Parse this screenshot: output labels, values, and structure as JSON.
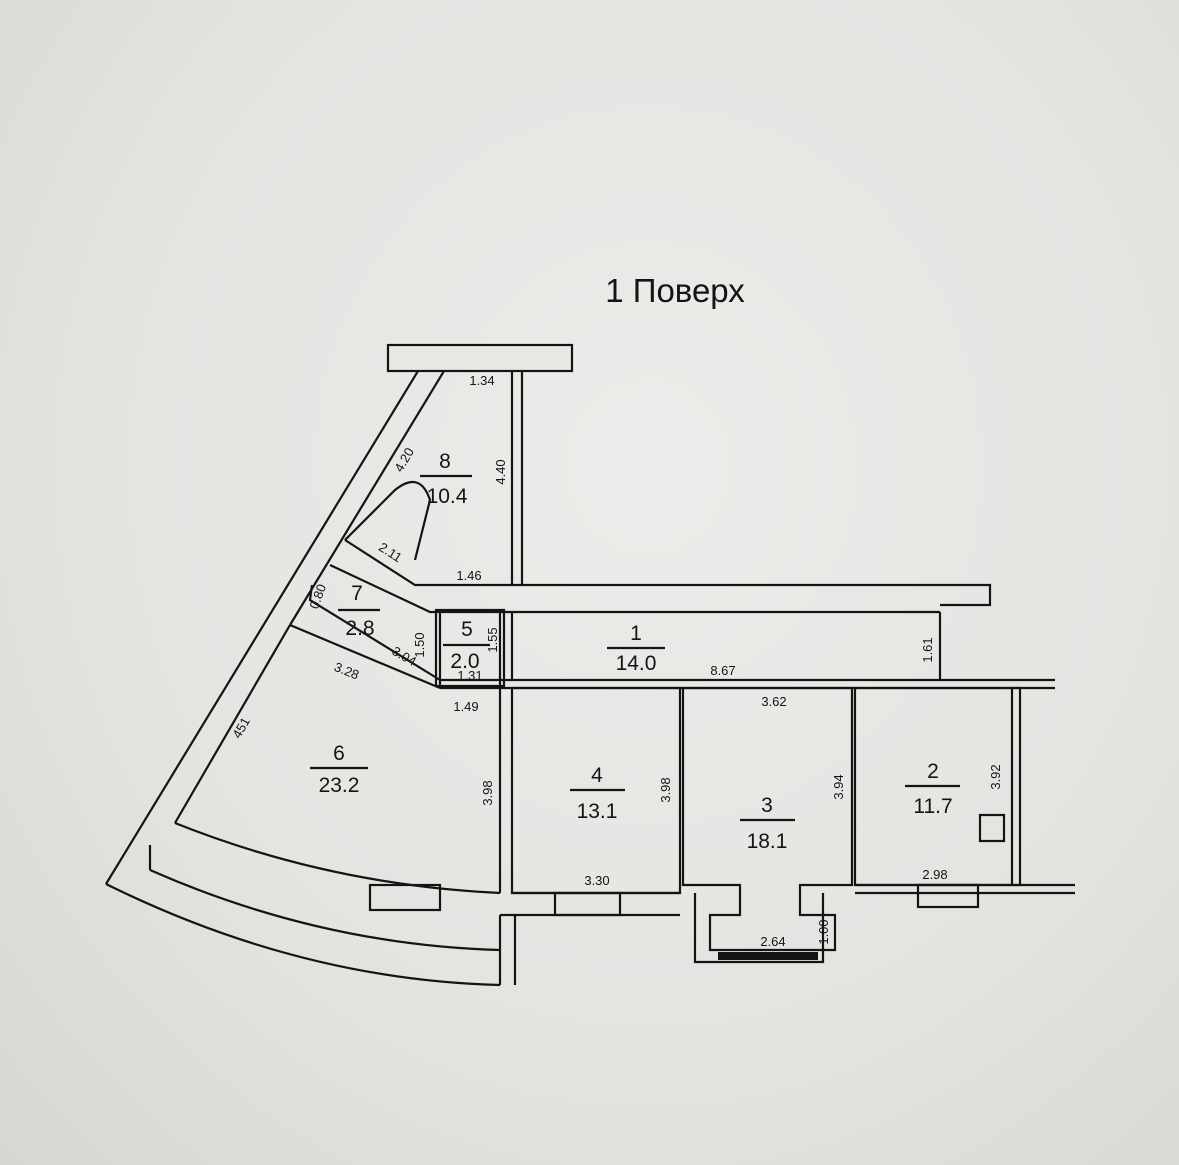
{
  "title": "1 Поверх",
  "rooms": [
    {
      "number": "1",
      "area": "14.0"
    },
    {
      "number": "2",
      "area": "11.7"
    },
    {
      "number": "3",
      "area": "18.1"
    },
    {
      "number": "4",
      "area": "13.1"
    },
    {
      "number": "5",
      "area": "2.0"
    },
    {
      "number": "6",
      "area": "23.2"
    },
    {
      "number": "7",
      "area": "2.8"
    },
    {
      "number": "8",
      "area": "10.4"
    }
  ],
  "dimensions": {
    "r8_top": "1.34",
    "r8_right": "4.40",
    "r8_diag": "4.20",
    "r8_bottom": "2.11",
    "r5_top": "1.46",
    "r5_right": "1.55",
    "r5_inner": "1.31",
    "r5_bottom": "1.49",
    "r7_side": "1.50",
    "r7_bottom": "3.04",
    "r7_small": "0.80",
    "r6_top": "3.28",
    "r6_left": "451",
    "r6_right": "3.98",
    "r1_length": "8.67",
    "r1_width": "1.61",
    "r4_right": "3.98",
    "r4_bottom": "3.30",
    "r3_top": "3.62",
    "r3_right": "3.94",
    "r3_bay": "2.64",
    "r3_bay_depth": "1.00",
    "r2_right": "3.92",
    "r2_bottom": "2.98"
  }
}
